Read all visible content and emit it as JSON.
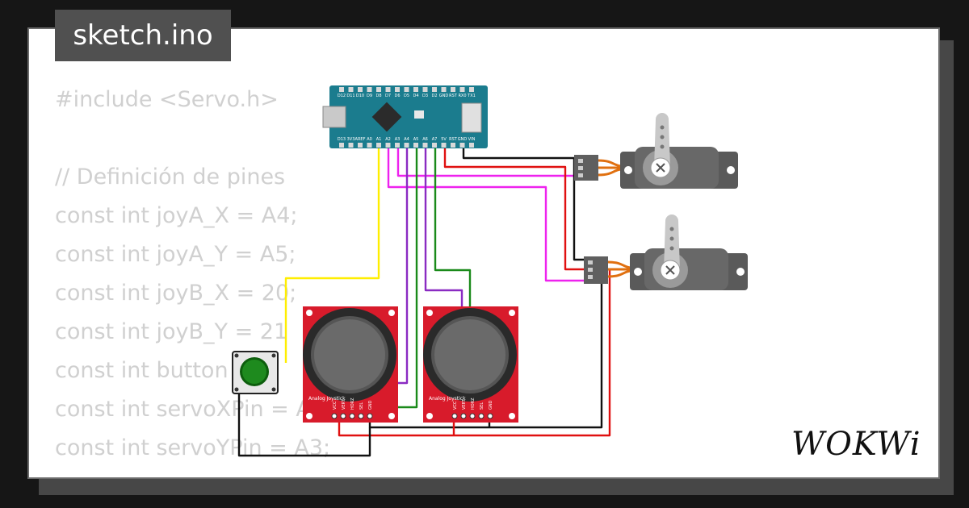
{
  "title": "sketch.ino",
  "code_lines": [
    "#include <Servo.h>",
    "",
    "// Definición de pines",
    "const int joyA_X = A4;",
    "const int joyA_Y = A5;",
    "const int joyB_X = 20;",
    "const int joyB_Y = 21",
    "const int button = 1",
    "const int servoXPin = A",
    "const int servoYPin = A3;"
  ],
  "components": {
    "arduino": {
      "top_pins": [
        "D12",
        "D11",
        "D10",
        "D9",
        "D8",
        "D7",
        "D6",
        "D5",
        "D4",
        "D3",
        "D2",
        "GND",
        "RST",
        "RX0",
        "TX1"
      ],
      "bottom_pins": [
        "D13",
        "3V3",
        "AREF",
        "A0",
        "A1",
        "A2",
        "A3",
        "A4",
        "A5",
        "A6",
        "A7",
        "5V",
        "RST",
        "GND",
        "VIN"
      ]
    },
    "joystick_label": "Analog Joystick",
    "joystick_pins": [
      "VCC",
      "VERT",
      "HORZ",
      "SEL",
      "GND"
    ]
  },
  "logo": "WOKWi",
  "colors": {
    "yellow": "#ffee00",
    "magenta": "#ee22ee",
    "purple": "#8a2bc2",
    "green": "#1a8a1a",
    "red": "#e01010",
    "black": "#111111",
    "arduino_board": "#1b7c8e",
    "joystick_board": "#d81b2b",
    "servo_body": "#5a5a5a",
    "button_cap": "#1e8a1e"
  }
}
